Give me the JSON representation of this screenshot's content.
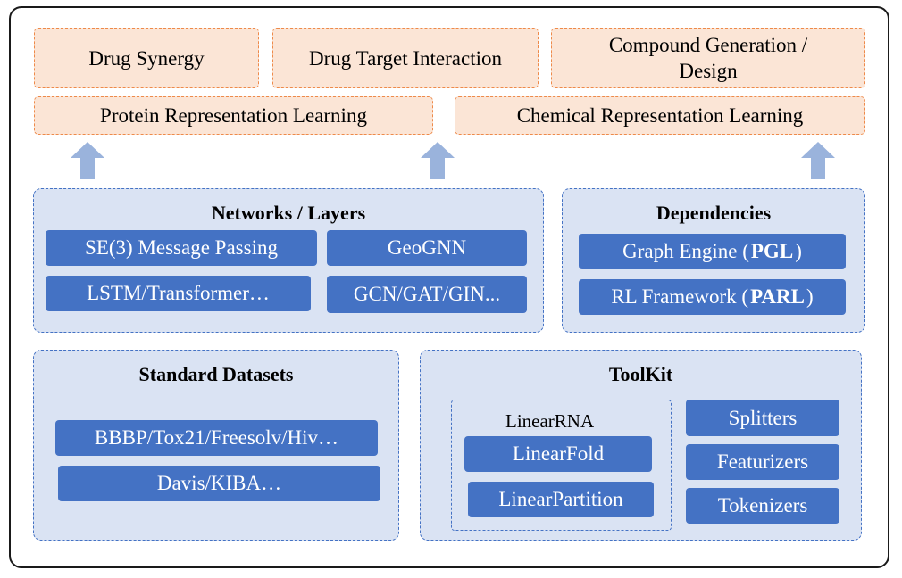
{
  "applications": {
    "drug_synergy": "Drug Synergy",
    "drug_target_interaction": "Drug Target Interaction",
    "compound_generation": "Compound Generation / Design",
    "protein_representation": "Protein Representation Learning",
    "chemical_representation": "Chemical Representation Learning"
  },
  "networks_layers": {
    "title": "Networks / Layers",
    "items": [
      "SE(3) Message Passing",
      "GeoGNN",
      "LSTM/Transformer…",
      "GCN/GAT/GIN..."
    ]
  },
  "dependencies": {
    "title": "Dependencies",
    "graph_engine_prefix": "Graph Engine (",
    "graph_engine_bold": "PGL",
    "graph_engine_suffix": ")",
    "rl_framework_prefix": "RL Framework (",
    "rl_framework_bold": "PARL",
    "rl_framework_suffix": ")"
  },
  "standard_datasets": {
    "title": "Standard Datasets",
    "items": [
      "BBBP/Tox21/Freesolv/Hiv…",
      "Davis/KIBA…"
    ]
  },
  "toolkit": {
    "title": "ToolKit",
    "linear_rna": {
      "title": "LinearRNA",
      "items": [
        "LinearFold",
        "LinearPartition"
      ]
    },
    "items": [
      "Splitters",
      "Featurizers",
      "Tokenizers"
    ]
  },
  "colors": {
    "application_fill": "#fbe5d6",
    "application_border": "#ee8a4a",
    "group_fill": "#dae3f3",
    "group_border": "#4472c4",
    "chip_fill": "#4472c4",
    "arrow": "#9ab3dc"
  }
}
